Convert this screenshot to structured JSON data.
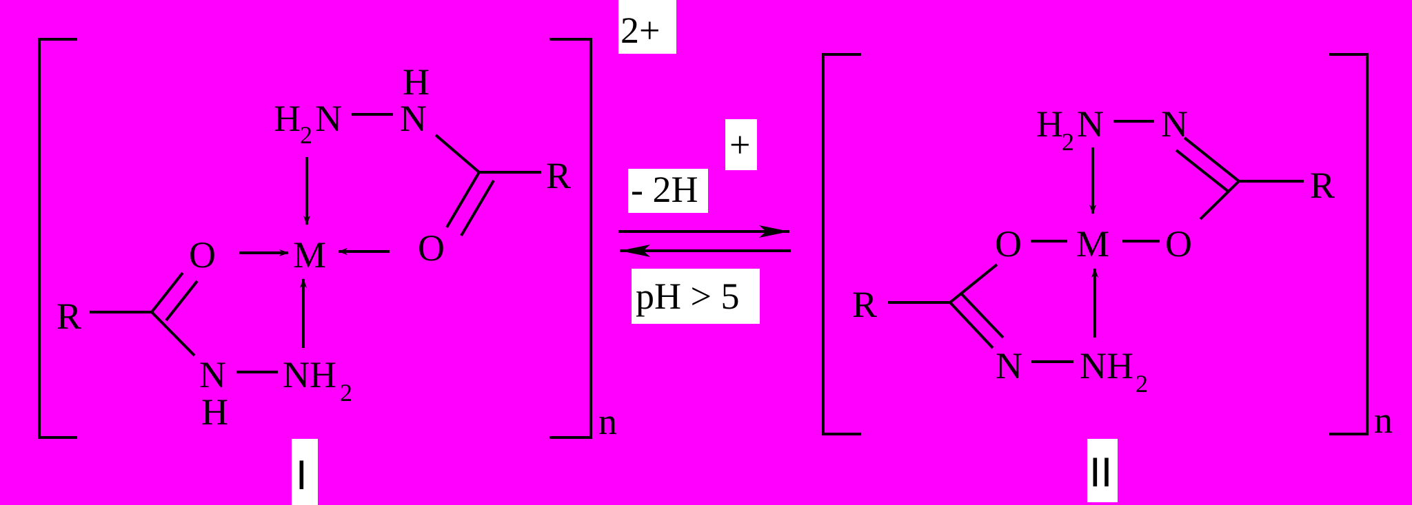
{
  "colors": {
    "background": "#ff00ff",
    "ink": "#000000",
    "label_box": "#ffffff"
  },
  "complex_I": {
    "charge": "2+",
    "subscript": "n",
    "label": "I",
    "atoms": {
      "H_top": "H",
      "N_upper": "N",
      "H2N_upper": "H",
      "H2N_upper_sub": "2",
      "H2N_upper_N": "N",
      "R_right": "R",
      "O_right": "O",
      "M": "M",
      "O_left": "O",
      "R_left": "R",
      "N_lower": "N",
      "H_bottom": "H",
      "NH2_lower": "NH",
      "NH2_lower_sub": "2"
    }
  },
  "complex_II": {
    "subscript": "n",
    "label": "II",
    "atoms": {
      "H2N_upper": "H",
      "H2N_upper_sub": "2",
      "H2N_upper_N": "N",
      "N_upper": "N",
      "R_right": "R",
      "O_left": "O",
      "M": "M",
      "O_right": "O",
      "R_left": "R",
      "N_lower": "N",
      "NH2_lower": "NH",
      "NH2_lower_sub": "2"
    }
  },
  "reaction": {
    "forward_condition": "- 2H",
    "forward_superscript": "+",
    "reverse_condition": "pH > 5"
  }
}
